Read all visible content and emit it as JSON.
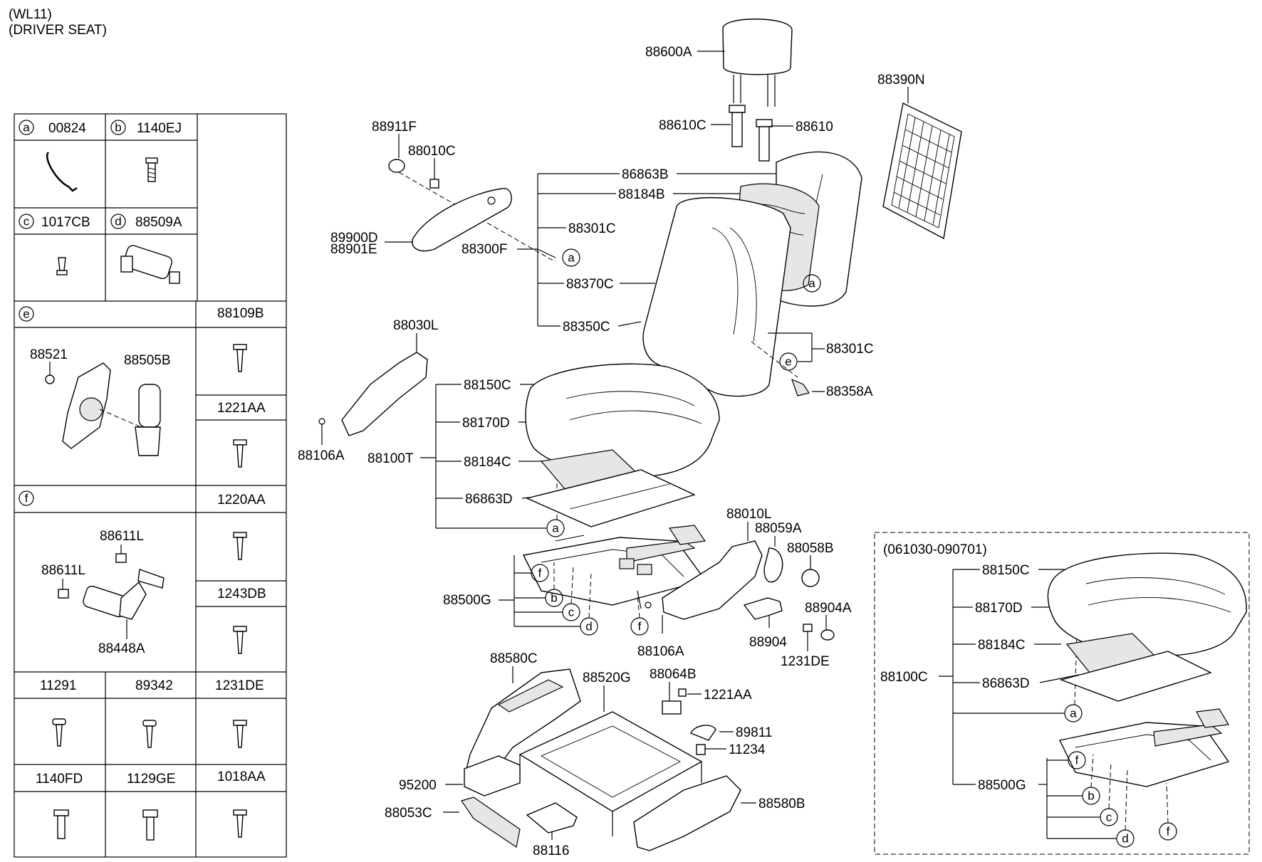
{
  "header": {
    "line1": "(WL11)",
    "line2": "(DRIVER SEAT)"
  },
  "legend": {
    "a_letter": "a",
    "a_part": "00824",
    "b_letter": "b",
    "b_part": "1140EJ",
    "c_letter": "c",
    "c_part": "1017CB",
    "d_letter": "d",
    "d_part": "88509A",
    "e_letter": "e",
    "e_sub1": "88521",
    "e_sub2": "88505B",
    "f_letter": "f",
    "f_sub1": "88611L",
    "f_sub2": "88611L",
    "f_sub3": "88448A",
    "r1": "88109B",
    "r2": "1221AA",
    "r3": "1220AA",
    "r4": "1243DB",
    "g1": "11291",
    "g2": "89342",
    "g3": "1231DE",
    "g4": "1140FD",
    "g5": "1129GE",
    "g6": "1018AA"
  },
  "labels": {
    "p88600A": "88600A",
    "p88610C": "88610C",
    "p88610": "88610",
    "p88390N": "88390N",
    "p88911F": "88911F",
    "p88010C": "88010C",
    "p86863B": "86863B",
    "p88184B": "88184B",
    "p89900D": "89900D",
    "p88901E": "88901E",
    "p88301C_a": "88301C",
    "p88300F": "88300F",
    "p88370C": "88370C",
    "p88350C": "88350C",
    "p88030L": "88030L",
    "p88301C_b": "88301C",
    "p88358A": "88358A",
    "p88150C": "88150C",
    "p88170D": "88170D",
    "p88106A_a": "88106A",
    "p88100T": "88100T",
    "p88184C": "88184C",
    "p86863D": "86863D",
    "p88010L": "88010L",
    "p88059A": "88059A",
    "p88058B": "88058B",
    "p88500G": "88500G",
    "p88904A": "88904A",
    "p88106A_b": "88106A",
    "p88904": "88904",
    "p1231DE": "1231DE",
    "p88580C": "88580C",
    "p88520G": "88520G",
    "p88064B": "88064B",
    "p1221AA": "1221AA",
    "p89811": "89811",
    "p11234": "11234",
    "p95200": "95200",
    "p88053C": "88053C",
    "p88116": "88116",
    "p88580B": "88580B"
  },
  "inset": {
    "title": "(061030-090701)",
    "p88150C": "88150C",
    "p88170D": "88170D",
    "p88184C": "88184C",
    "p88100C": "88100C",
    "p86863D": "86863D",
    "p88500G": "88500G"
  },
  "callouts": {
    "a": "a",
    "b": "b",
    "c": "c",
    "d": "d",
    "e": "e",
    "f": "f"
  }
}
